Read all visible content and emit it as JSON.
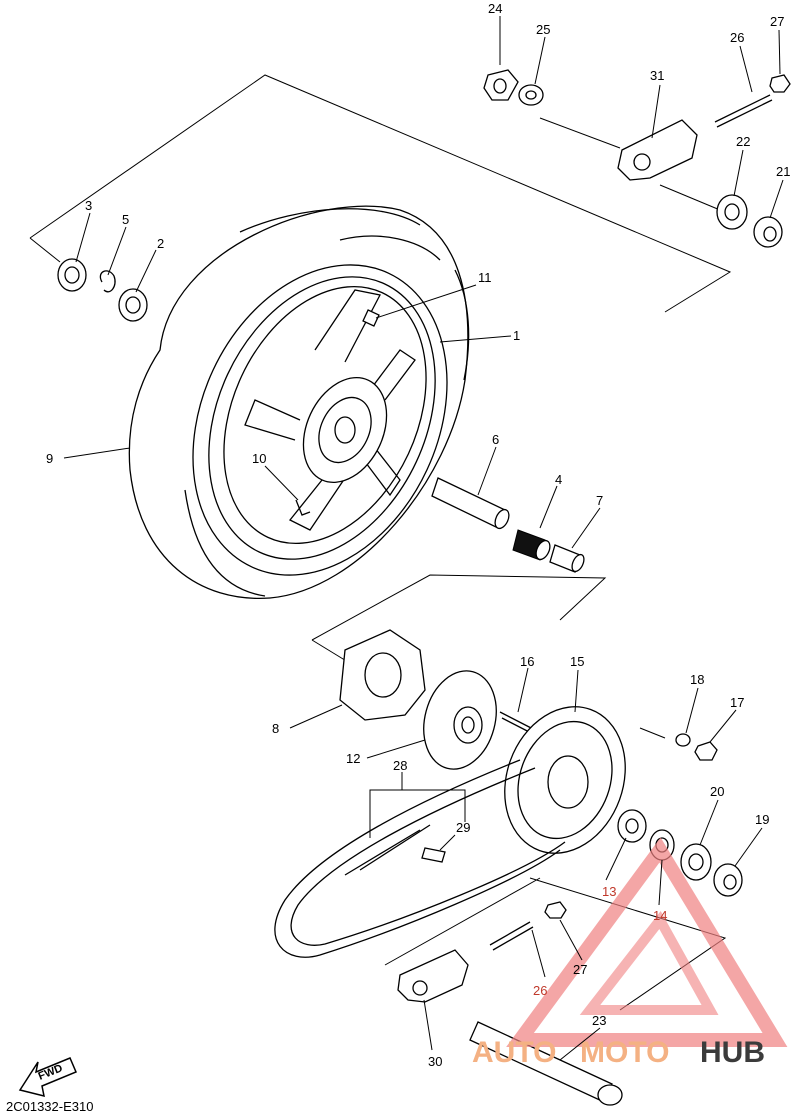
{
  "diagram": {
    "drawing_code": "2C01332-E310",
    "fwd_label": "FWD",
    "callouts": [
      {
        "id": "1",
        "label": "1"
      },
      {
        "id": "2",
        "label": "2"
      },
      {
        "id": "3",
        "label": "3"
      },
      {
        "id": "4",
        "label": "4"
      },
      {
        "id": "5",
        "label": "5"
      },
      {
        "id": "6",
        "label": "6"
      },
      {
        "id": "7",
        "label": "7"
      },
      {
        "id": "8",
        "label": "8"
      },
      {
        "id": "9",
        "label": "9"
      },
      {
        "id": "10",
        "label": "10"
      },
      {
        "id": "11",
        "label": "11"
      },
      {
        "id": "12",
        "label": "12"
      },
      {
        "id": "13",
        "label": "13"
      },
      {
        "id": "14",
        "label": "14"
      },
      {
        "id": "15",
        "label": "15"
      },
      {
        "id": "16",
        "label": "16"
      },
      {
        "id": "17",
        "label": "17"
      },
      {
        "id": "18",
        "label": "18"
      },
      {
        "id": "19",
        "label": "19"
      },
      {
        "id": "20",
        "label": "20"
      },
      {
        "id": "21",
        "label": "21"
      },
      {
        "id": "22",
        "label": "22"
      },
      {
        "id": "23",
        "label": "23"
      },
      {
        "id": "24",
        "label": "24"
      },
      {
        "id": "25",
        "label": "25"
      },
      {
        "id": "26",
        "label": "26"
      },
      {
        "id": "26b",
        "label": "26"
      },
      {
        "id": "27",
        "label": "27"
      },
      {
        "id": "27b",
        "label": "27"
      },
      {
        "id": "28",
        "label": "28"
      },
      {
        "id": "29",
        "label": "29"
      },
      {
        "id": "30",
        "label": "30"
      },
      {
        "id": "31",
        "label": "31"
      }
    ]
  },
  "watermark": {
    "part1": "AUTO",
    "part2": "MOTO",
    "part3": "HUB",
    "colors": {
      "auto": "#f4b183",
      "moto": "#f4b183",
      "hub": "#3b3b3b",
      "triangle": "#f08080"
    }
  }
}
